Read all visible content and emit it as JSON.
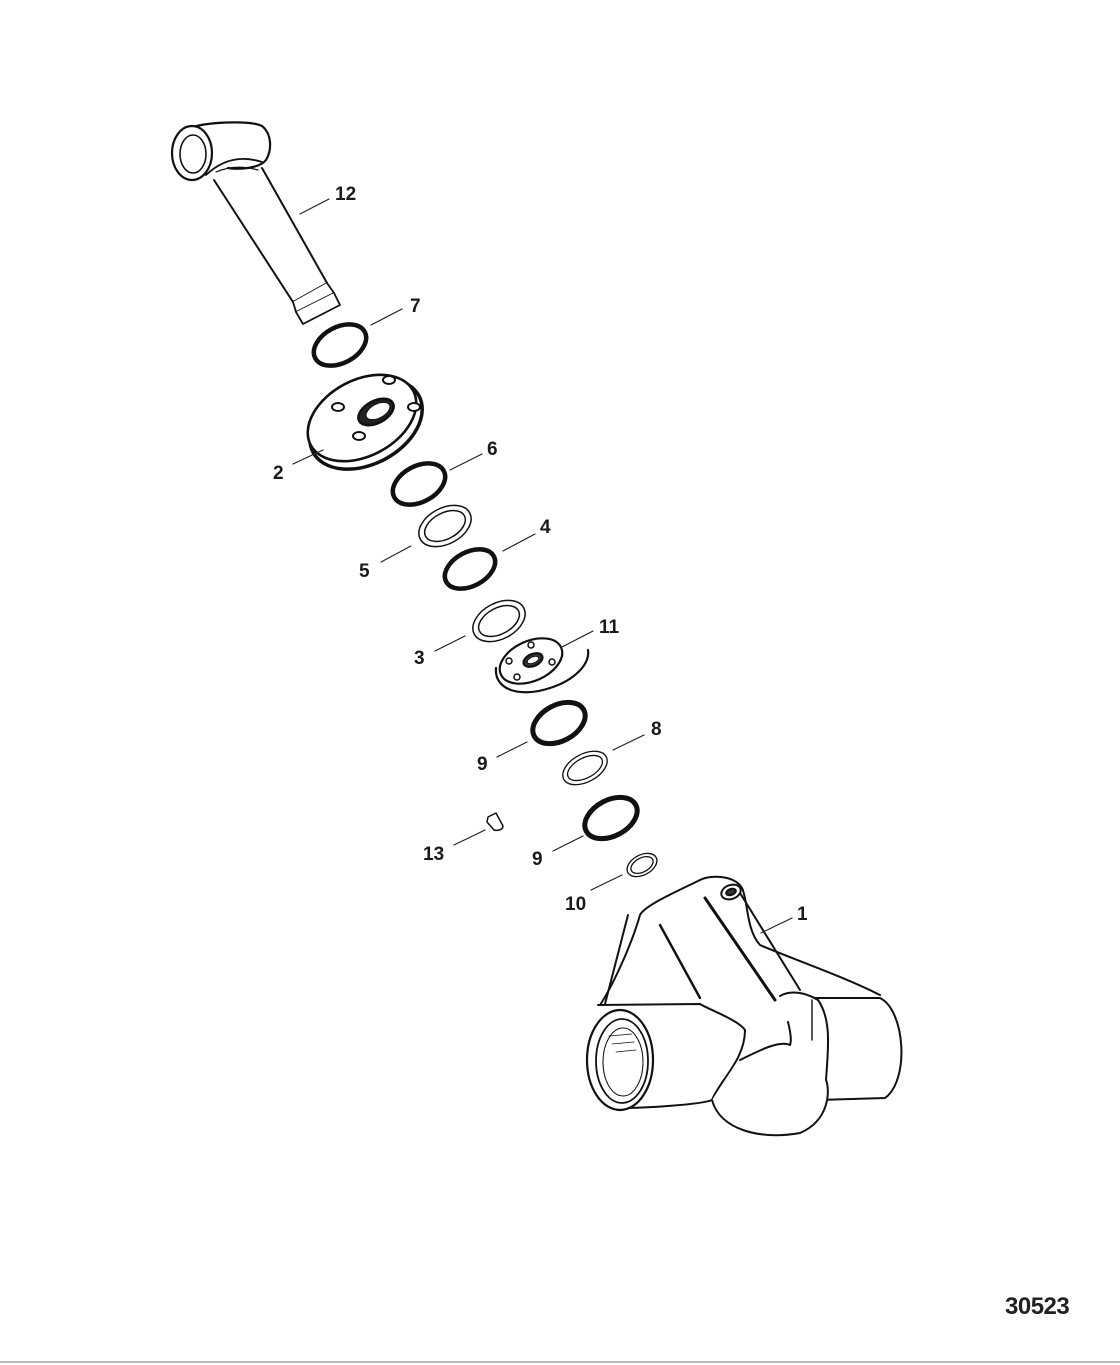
{
  "figure": {
    "type": "exploded parts diagram",
    "figure_number": "30523"
  },
  "callouts": [
    {
      "id": "12",
      "label": "12",
      "part": "elbow-tube"
    },
    {
      "id": "7",
      "label": "7",
      "part": "o-ring-upper"
    },
    {
      "id": "2",
      "label": "2",
      "part": "flange-plate"
    },
    {
      "id": "6",
      "label": "6",
      "part": "o-ring"
    },
    {
      "id": "5",
      "label": "5",
      "part": "washer-ring"
    },
    {
      "id": "4",
      "label": "4",
      "part": "o-ring"
    },
    {
      "id": "3",
      "label": "3",
      "part": "washer-ring"
    },
    {
      "id": "11",
      "label": "11",
      "part": "small-flange-plug"
    },
    {
      "id": "9a",
      "label": "9",
      "part": "o-ring"
    },
    {
      "id": "8",
      "label": "8",
      "part": "washer-ring"
    },
    {
      "id": "13",
      "label": "13",
      "part": "plug"
    },
    {
      "id": "9b",
      "label": "9",
      "part": "o-ring"
    },
    {
      "id": "10",
      "label": "10",
      "part": "small-washer-ring"
    },
    {
      "id": "1",
      "label": "1",
      "part": "housing"
    }
  ]
}
